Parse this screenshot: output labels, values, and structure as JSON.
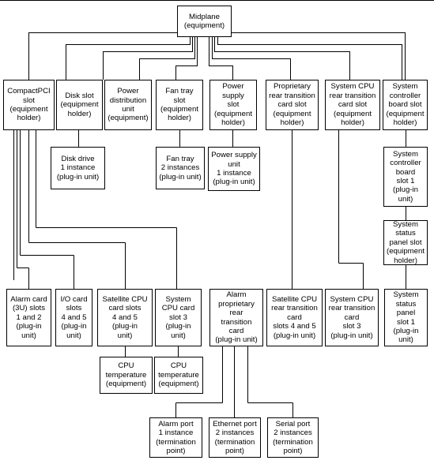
{
  "nodes": {
    "midplane": [
      "Midplane",
      "(equipment)"
    ],
    "compactpci_slot": [
      "CompactPCI",
      "slot",
      "(equipment",
      "holder)"
    ],
    "disk_slot": [
      "Disk slot",
      "(equipment",
      "holder)"
    ],
    "power_distribution_unit": [
      "Power",
      "distribution",
      "unit",
      "(equipment)"
    ],
    "fan_tray_slot": [
      "Fan tray",
      "slot",
      "(equipment",
      "holder)"
    ],
    "power_supply_slot": [
      "Power",
      "supply",
      "slot",
      "(equipment",
      "holder)"
    ],
    "proprietary_rtc_slot": [
      "Proprietary",
      "rear transition",
      "card slot",
      "(equipment",
      "holder)"
    ],
    "system_cpu_rtc_slot": [
      "System CPU",
      "rear transition",
      "card slot",
      "(equipment",
      "holder)"
    ],
    "system_controller_board_slot": [
      "System",
      "controller",
      "board slot",
      "(equipment",
      "holder)"
    ],
    "disk_drive": [
      "Disk drive",
      "1 instance",
      "(plug-in unit)"
    ],
    "fan_tray": [
      "Fan tray",
      "2 instances",
      "(plug-in unit)"
    ],
    "power_supply_unit": [
      "Power supply",
      "unit",
      "1 instance",
      "(plug-in unit)"
    ],
    "system_controller_board_slot_1": [
      "System",
      "controller",
      "board",
      "slot 1",
      "(plug-in",
      "unit)"
    ],
    "system_status_panel_slot": [
      "System",
      "status",
      "panel slot",
      "(equipment",
      "holder)"
    ],
    "alarm_card": [
      "Alarm card",
      "(3U) slots",
      "1 and 2",
      "(plug-in",
      "unit)"
    ],
    "io_card_slots": [
      "I/O card",
      "slots",
      "4 and 5",
      "(plug-in",
      "unit)"
    ],
    "satellite_cpu_card_slots": [
      "Satellite CPU",
      "card slots",
      "4 and 5",
      "(plug-in",
      "unit)"
    ],
    "system_cpu_card_slot_3": [
      "System",
      "CPU card",
      "slot 3",
      "(plug-in",
      "unit)"
    ],
    "alarm_proprietary_rtc": [
      "Alarm",
      "proprietary",
      "rear",
      "transition",
      "card",
      "(plug-in unit)"
    ],
    "satellite_cpu_rtc": [
      "Satellite CPU",
      "rear transition",
      "card",
      "slots 4 and 5",
      "(plug-in unit)"
    ],
    "system_cpu_rtc": [
      "System CPU",
      "rear transition",
      "card",
      "slot 3",
      "(plug-in unit)"
    ],
    "system_status_panel_slot_1": [
      "System",
      "status",
      "panel",
      "slot 1",
      "(plug-in",
      "unit)"
    ],
    "cpu_temperature_1": [
      "CPU",
      "temperature",
      "(equipment)"
    ],
    "cpu_temperature_2": [
      "CPU",
      "temperature",
      "(equipment)"
    ],
    "alarm_port": [
      "Alarm port",
      "1 instance",
      "(termination",
      "point)"
    ],
    "ethernet_port": [
      "Ethernet port",
      "2 instances",
      "(termination",
      "point)"
    ],
    "serial_port": [
      "Serial port",
      "2 instances",
      "(termination",
      "point)"
    ]
  }
}
